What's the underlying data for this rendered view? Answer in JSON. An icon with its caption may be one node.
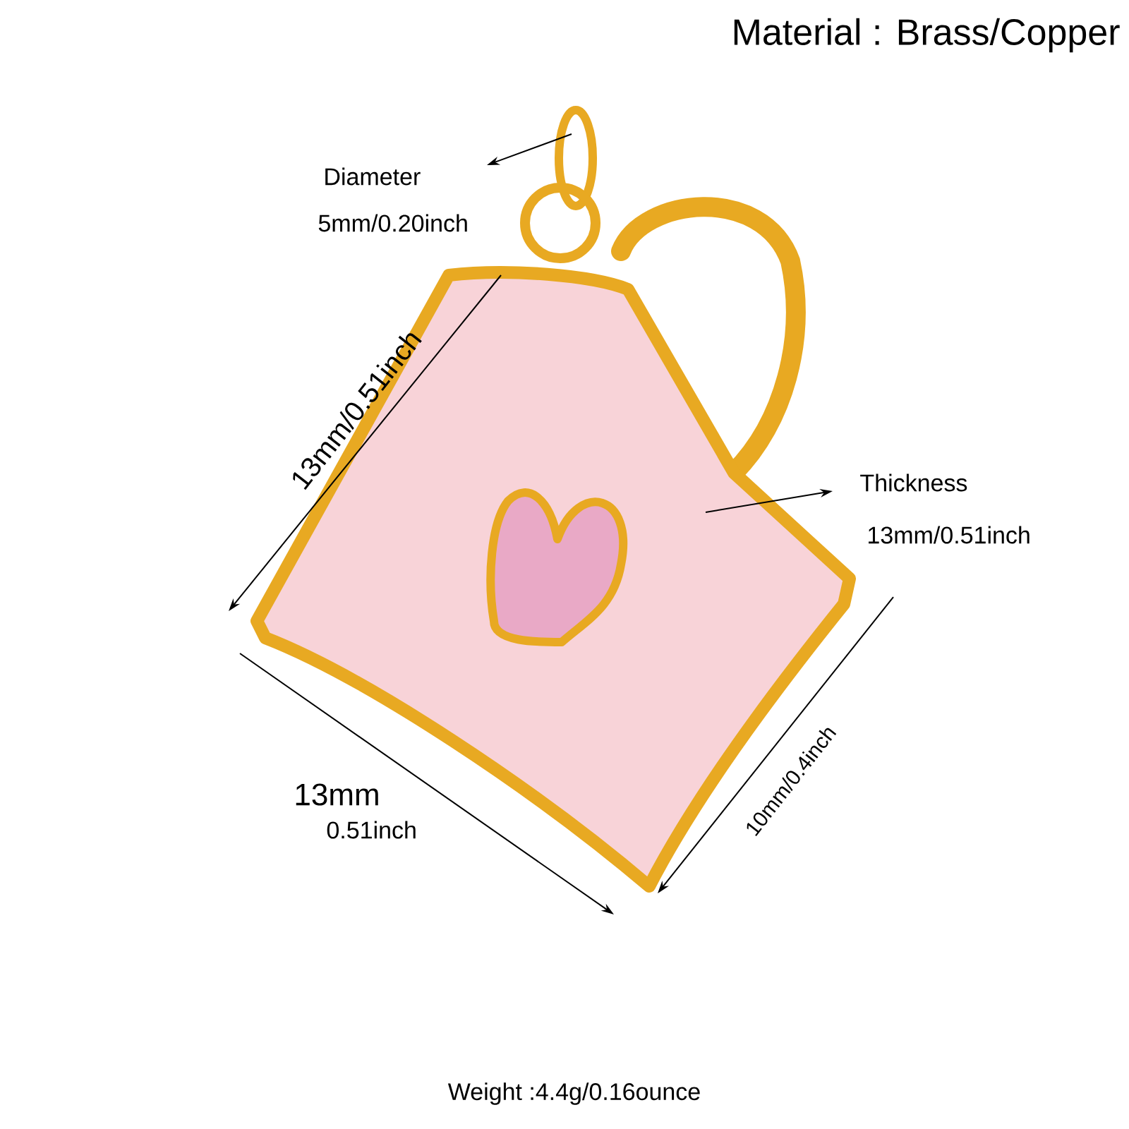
{
  "diagram": {
    "labels": [
      "Material : Brass/Copper",
      "Diameter",
      "5mm/0.20inch",
      "13mm/0.51inch",
      "Thickness",
      "13mm/0.51inch",
      "13mm",
      "0.51inch",
      "10mm/0.4inch",
      "Weight :4.4g/0.16ounce"
    ]
  }
}
